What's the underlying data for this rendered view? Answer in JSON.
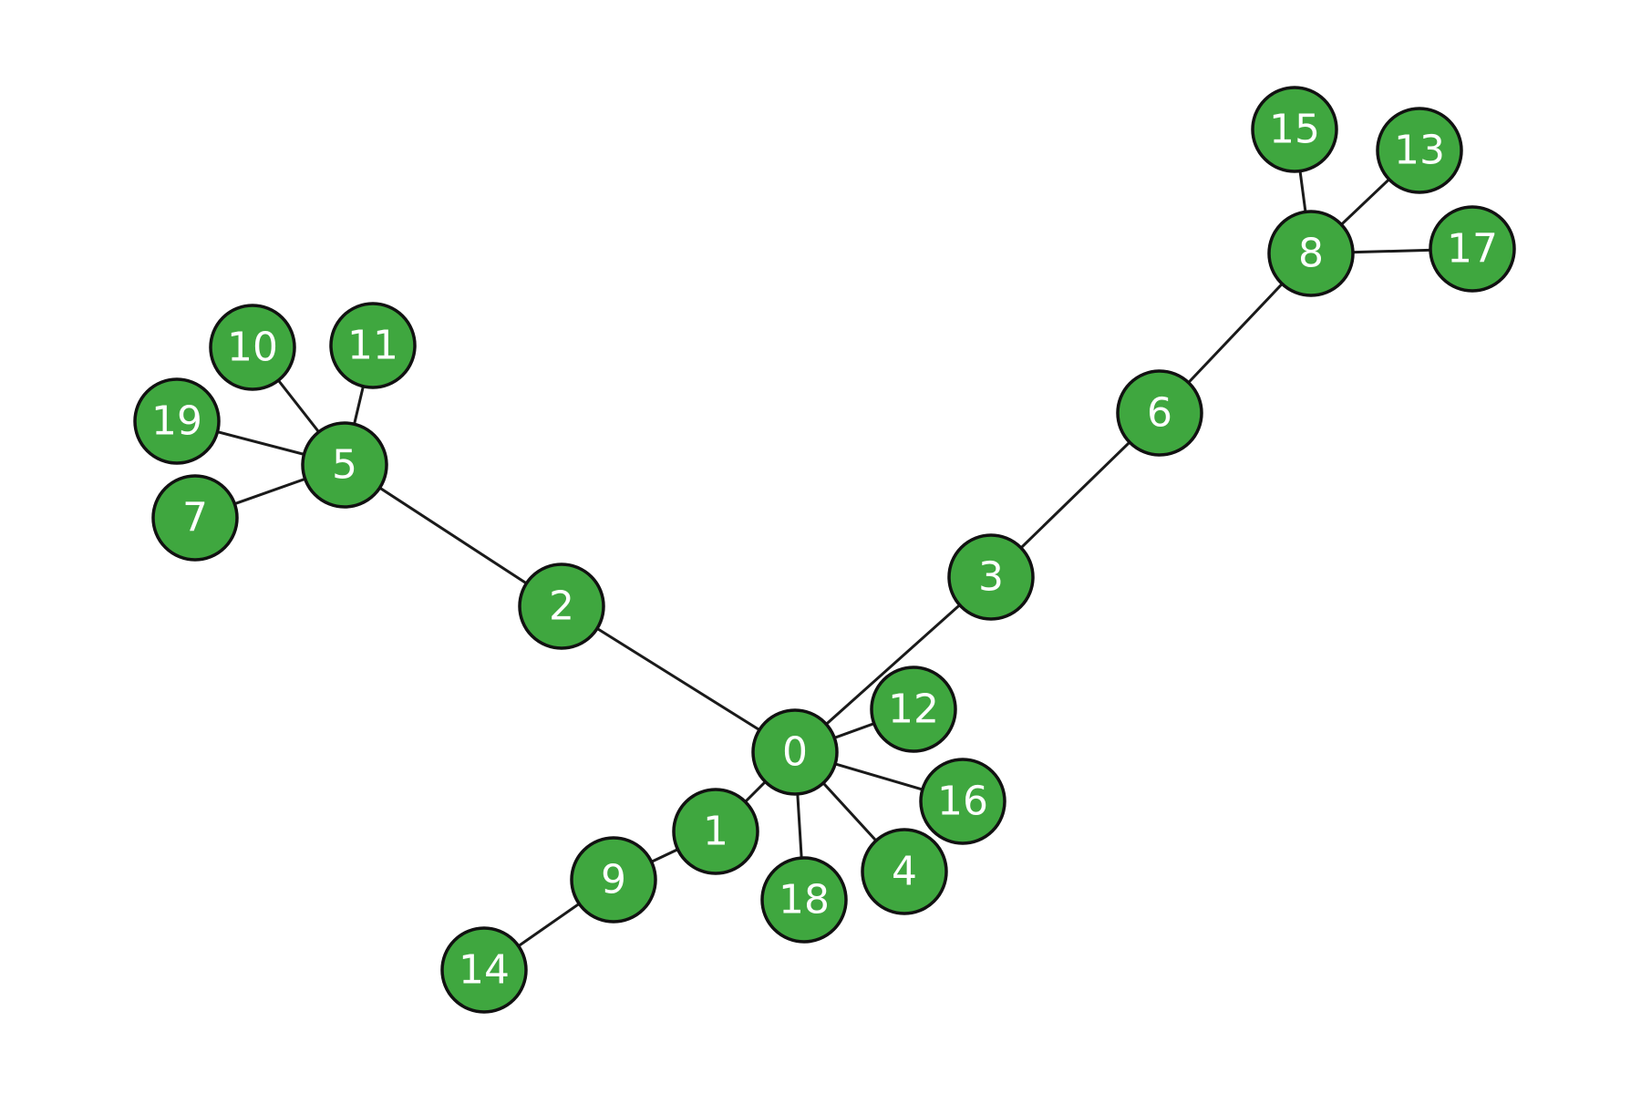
{
  "diagram": {
    "node_fill": "#3fa73f",
    "nodes": [
      {
        "id": "0",
        "label": "0"
      },
      {
        "id": "1",
        "label": "1"
      },
      {
        "id": "2",
        "label": "2"
      },
      {
        "id": "3",
        "label": "3"
      },
      {
        "id": "4",
        "label": "4"
      },
      {
        "id": "5",
        "label": "5"
      },
      {
        "id": "6",
        "label": "6"
      },
      {
        "id": "7",
        "label": "7"
      },
      {
        "id": "8",
        "label": "8"
      },
      {
        "id": "9",
        "label": "9"
      },
      {
        "id": "10",
        "label": "10"
      },
      {
        "id": "11",
        "label": "11"
      },
      {
        "id": "12",
        "label": "12"
      },
      {
        "id": "13",
        "label": "13"
      },
      {
        "id": "14",
        "label": "14"
      },
      {
        "id": "15",
        "label": "15"
      },
      {
        "id": "16",
        "label": "16"
      },
      {
        "id": "17",
        "label": "17"
      },
      {
        "id": "18",
        "label": "18"
      },
      {
        "id": "19",
        "label": "19"
      }
    ],
    "edges": [
      [
        "0",
        "1"
      ],
      [
        "0",
        "2"
      ],
      [
        "0",
        "3"
      ],
      [
        "0",
        "4"
      ],
      [
        "0",
        "12"
      ],
      [
        "0",
        "16"
      ],
      [
        "0",
        "18"
      ],
      [
        "1",
        "9"
      ],
      [
        "9",
        "14"
      ],
      [
        "2",
        "5"
      ],
      [
        "5",
        "7"
      ],
      [
        "5",
        "10"
      ],
      [
        "5",
        "11"
      ],
      [
        "5",
        "19"
      ],
      [
        "3",
        "6"
      ],
      [
        "6",
        "8"
      ],
      [
        "8",
        "13"
      ],
      [
        "8",
        "15"
      ],
      [
        "8",
        "17"
      ]
    ]
  }
}
